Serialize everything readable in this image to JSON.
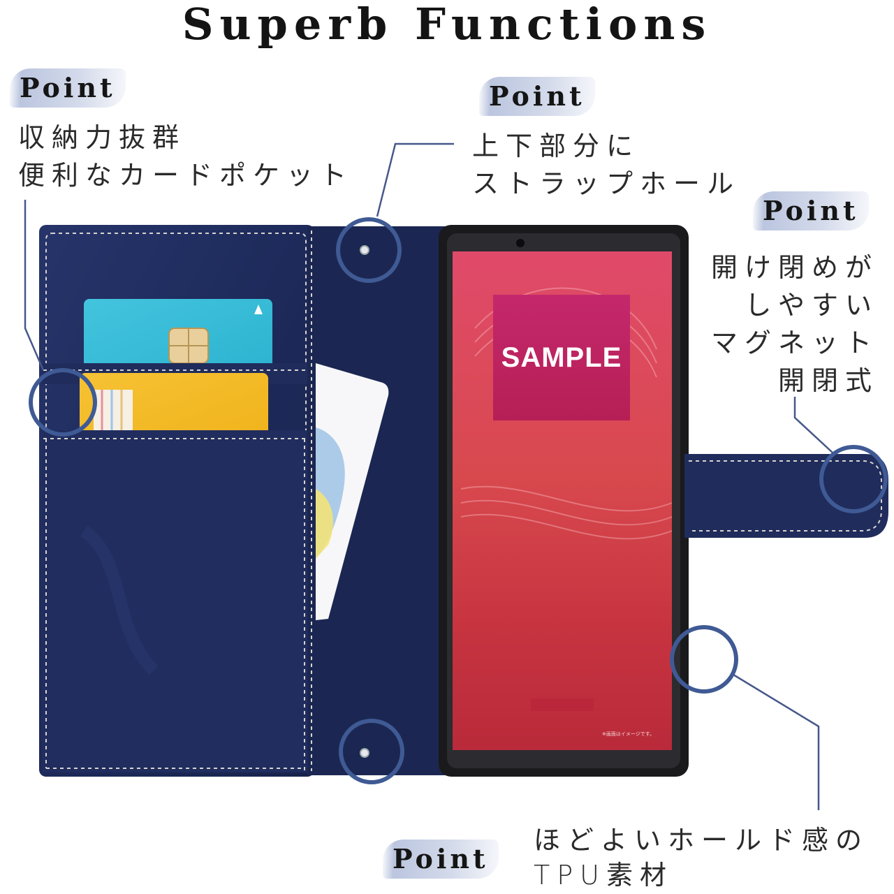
{
  "title": "Superb Functions",
  "points": [
    {
      "label": "Point",
      "lines": [
        "収納力抜群",
        "便利なカードポケット"
      ]
    },
    {
      "label": "Point",
      "lines": [
        "上下部分に",
        "ストラップホール"
      ]
    },
    {
      "label": "Point",
      "lines": [
        "開け閉めが",
        "しやすい",
        "マグネット",
        "開閉式"
      ]
    },
    {
      "label": "Point",
      "lines": [
        "ほどよいホールド感の",
        "TPU素材"
      ]
    }
  ],
  "phone_screen": {
    "sample_label": "SAMPLE",
    "fine_print": "※画面はイメージです。"
  },
  "colors": {
    "case_navy": "#1f2c5c",
    "accent_circle": "#3f5a94",
    "screen_red": "#c4354a"
  }
}
